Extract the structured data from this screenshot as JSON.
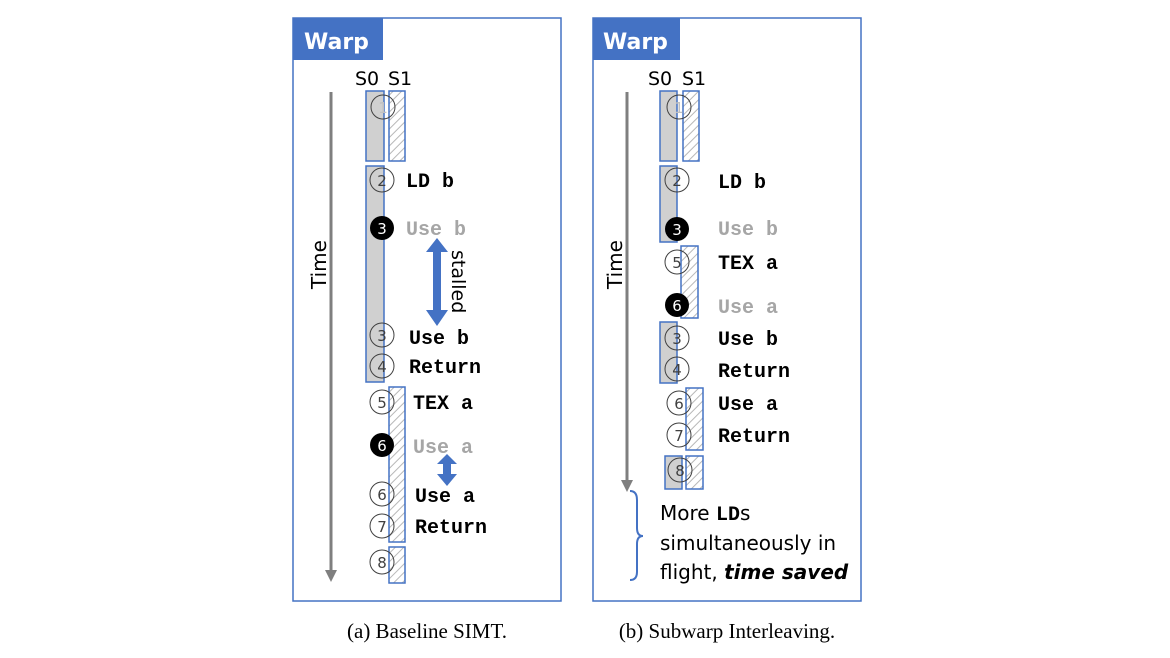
{
  "colors": {
    "warp_blue": "#4472c4",
    "arrow_blue": "#4472c4",
    "gray_fill": "#d0d0d0",
    "time_arrow": "#7f7f7f",
    "black_circle": "#000000",
    "faded_text": "#a6a6a6"
  },
  "panel_a": {
    "warp_label": "Warp",
    "col_s0": "S0",
    "col_s1": "S1",
    "time_label": "Time",
    "stalled_label": "stalled",
    "steps": [
      {
        "num": "1"
      },
      {
        "num": "2",
        "text": "LD b"
      },
      {
        "num": "3",
        "text": "Use b"
      },
      {
        "num": "3",
        "text": "Use b"
      },
      {
        "num": "4",
        "text": "Return"
      },
      {
        "num": "5",
        "text": "TEX a"
      },
      {
        "num": "6",
        "text": "Use a"
      },
      {
        "num": "6",
        "text": "Use a"
      },
      {
        "num": "7",
        "text": "Return"
      },
      {
        "num": "8"
      }
    ],
    "caption": "(a) Baseline SIMT."
  },
  "panel_b": {
    "warp_label": "Warp",
    "col_s0": "S0",
    "col_s1": "S1",
    "time_label": "Time",
    "steps": [
      {
        "num": "1"
      },
      {
        "num": "2",
        "text": "LD b"
      },
      {
        "num": "3",
        "text": "Use b"
      },
      {
        "num": "5",
        "text": "TEX a"
      },
      {
        "num": "6",
        "text": "Use a"
      },
      {
        "num": "3",
        "text": "Use b"
      },
      {
        "num": "4",
        "text": "Return"
      },
      {
        "num": "6",
        "text": "Use a"
      },
      {
        "num": "7",
        "text": "Return"
      },
      {
        "num": "8"
      }
    ],
    "note_line1_pre": "More ",
    "note_line1_mono": "LD",
    "note_line1_post": "s",
    "note_line2": "simultaneously in",
    "note_line3_pre": "flight, ",
    "note_line3_em": "time saved",
    "caption": "(b) Subwarp Interleaving."
  }
}
